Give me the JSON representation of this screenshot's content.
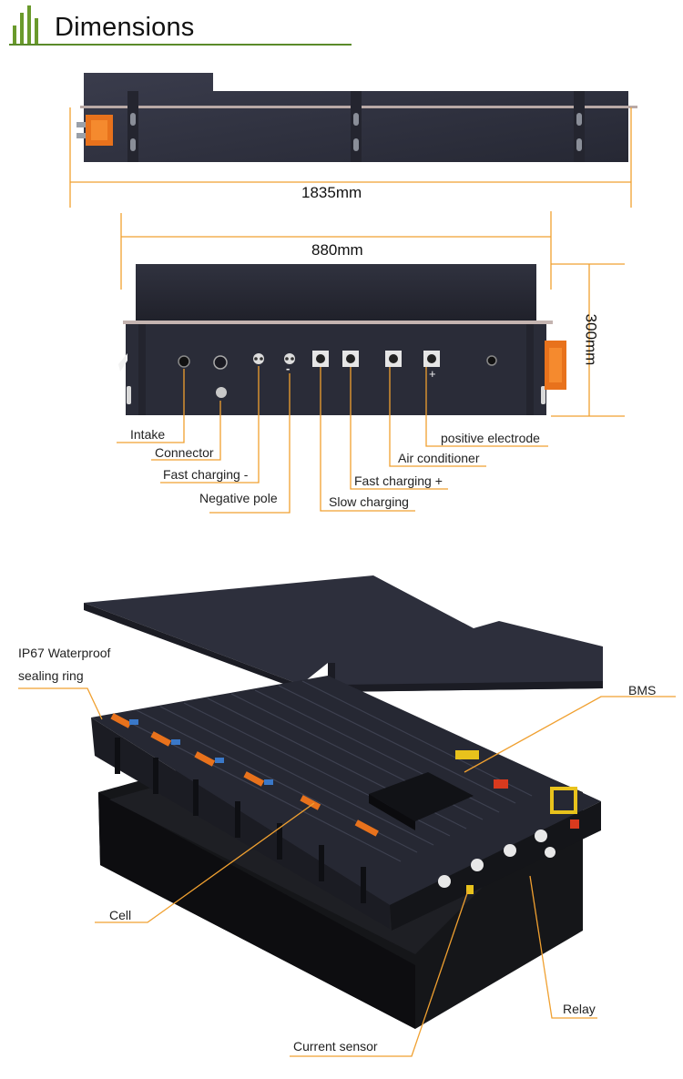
{
  "header": {
    "title": "Dimensions"
  },
  "dimensions": {
    "length": "1835mm",
    "width": "880mm",
    "height": "300mm"
  },
  "ports": {
    "intake": "Intake",
    "connector": "Connector",
    "fast_charging_neg": "Fast charging -",
    "negative_pole": "Negative pole",
    "slow_charging": "Slow charging",
    "fast_charging_pos": "Fast charging +",
    "air_conditioner": "Air conditioner",
    "positive_electrode": "positive electrode",
    "minus_sign": "-",
    "plus_sign": "+"
  },
  "components": {
    "ip67_line1": "IP67 Waterproof",
    "ip67_line2": "sealing ring",
    "bms": "BMS",
    "cell": "Cell",
    "relay": "Relay",
    "current_sensor": "Current sensor"
  },
  "colors": {
    "accent": "#f0a030",
    "brand_green": "#5a8a2a",
    "battery_dark": "#2e3040",
    "connector_orange": "#e8721c"
  }
}
